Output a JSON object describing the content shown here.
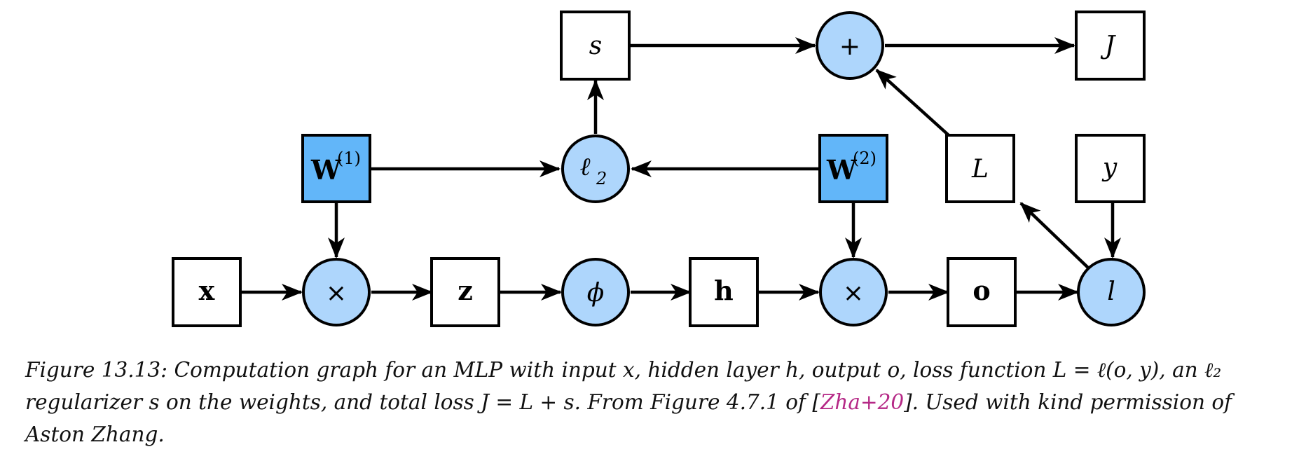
{
  "nodes": {
    "s": "s",
    "plus": "+",
    "J": "J",
    "W1": {
      "main": "W",
      "sup": "(1)"
    },
    "l2": {
      "main": "ℓ",
      "sub": "2"
    },
    "W2": {
      "main": "W",
      "sup": "(2)"
    },
    "L": "L",
    "y": "y",
    "x": "x",
    "times1": "×",
    "z": "z",
    "phi": "ϕ",
    "h": "h",
    "times2": "×",
    "o": "o",
    "l": "l"
  },
  "colors": {
    "param_box": "#62b6f9",
    "op_circle": "#aed6fc",
    "citation": "#b52886"
  },
  "caption": {
    "text_before_cite": "Figure 13.13: Computation graph for an MLP with input x, hidden layer h, output o, loss function L = ℓ(o, y), an ℓ₂ regularizer s on the weights, and total loss J = L + s. From Figure 4.7.1 of [",
    "cite": "Zha+20",
    "text_after_cite": "]. Used with kind permission of Aston Zhang."
  }
}
